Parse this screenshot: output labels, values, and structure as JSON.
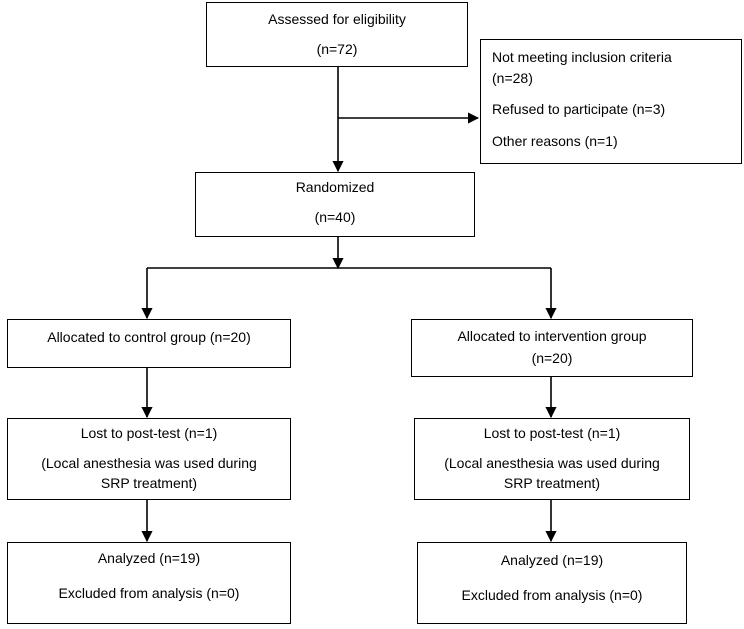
{
  "flow": {
    "assessed": {
      "line1": "Assessed for eligibility",
      "line2": "(n=72)"
    },
    "excluded": {
      "line1": "Not meeting inclusion criteria",
      "line2": "(n=28)",
      "line3": "Refused to participate (n=3)",
      "line4": "Other reasons (n=1)"
    },
    "randomized": {
      "line1": "Randomized",
      "line2": "(n=40)"
    },
    "control": {
      "allocated": "Allocated to control group (n=20)",
      "lost_line1": "Lost to post-test (n=1)",
      "lost_line2": "(Local anesthesia was used during",
      "lost_line3": "SRP treatment)",
      "analyzed_line1": "Analyzed (n=19)",
      "analyzed_line2": "Excluded from analysis (n=0)"
    },
    "intervention": {
      "allocated_line1": "Allocated to intervention group",
      "allocated_line2": "(n=20)",
      "lost_line1": "Lost to post-test (n=1)",
      "lost_line2": "(Local anesthesia was used during",
      "lost_line3": "SRP treatment)",
      "analyzed_line1": "Analyzed (n=19)",
      "analyzed_line2": "Excluded from analysis (n=0)"
    }
  }
}
